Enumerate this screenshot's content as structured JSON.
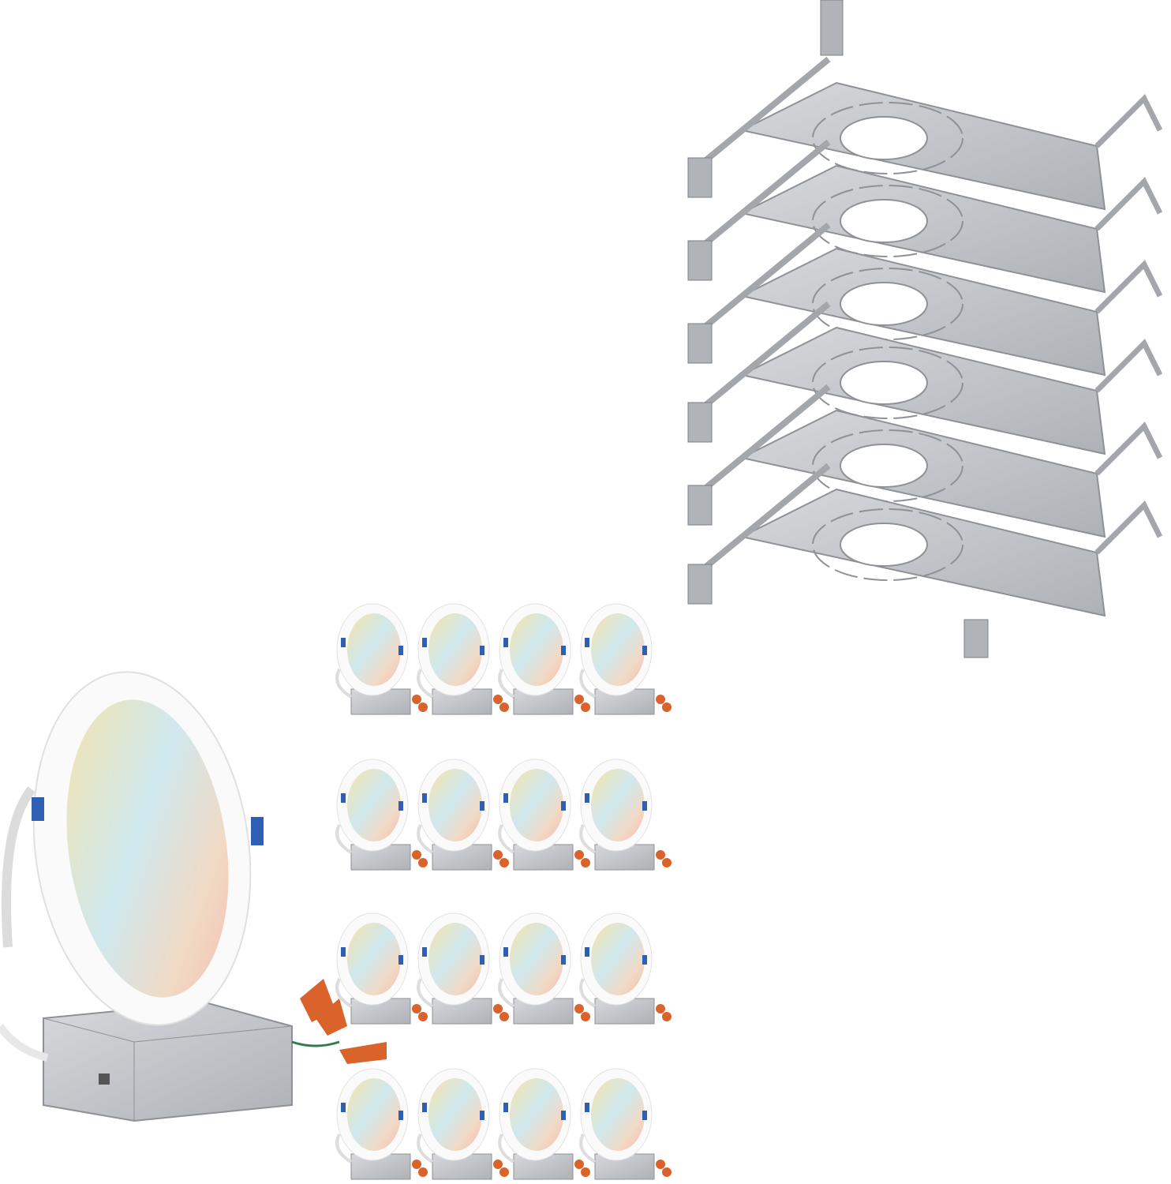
{
  "scene": {
    "subjects": [
      "mounting-plate-stack",
      "large-downlight",
      "small-downlight-grid"
    ]
  },
  "colors": {
    "background": "#ffffff",
    "plate_metal": "#c9cbcf",
    "plate_edge": "#8e9196",
    "trim_white": "#fafafa",
    "light_warm": "#f7e3a8",
    "light_cool": "#bfe3f0",
    "light_pink": "#f4b9b0",
    "junction_box": "#b9bcc1",
    "wire_nut": "#d9632a",
    "clip_blue": "#2f5fb3"
  }
}
